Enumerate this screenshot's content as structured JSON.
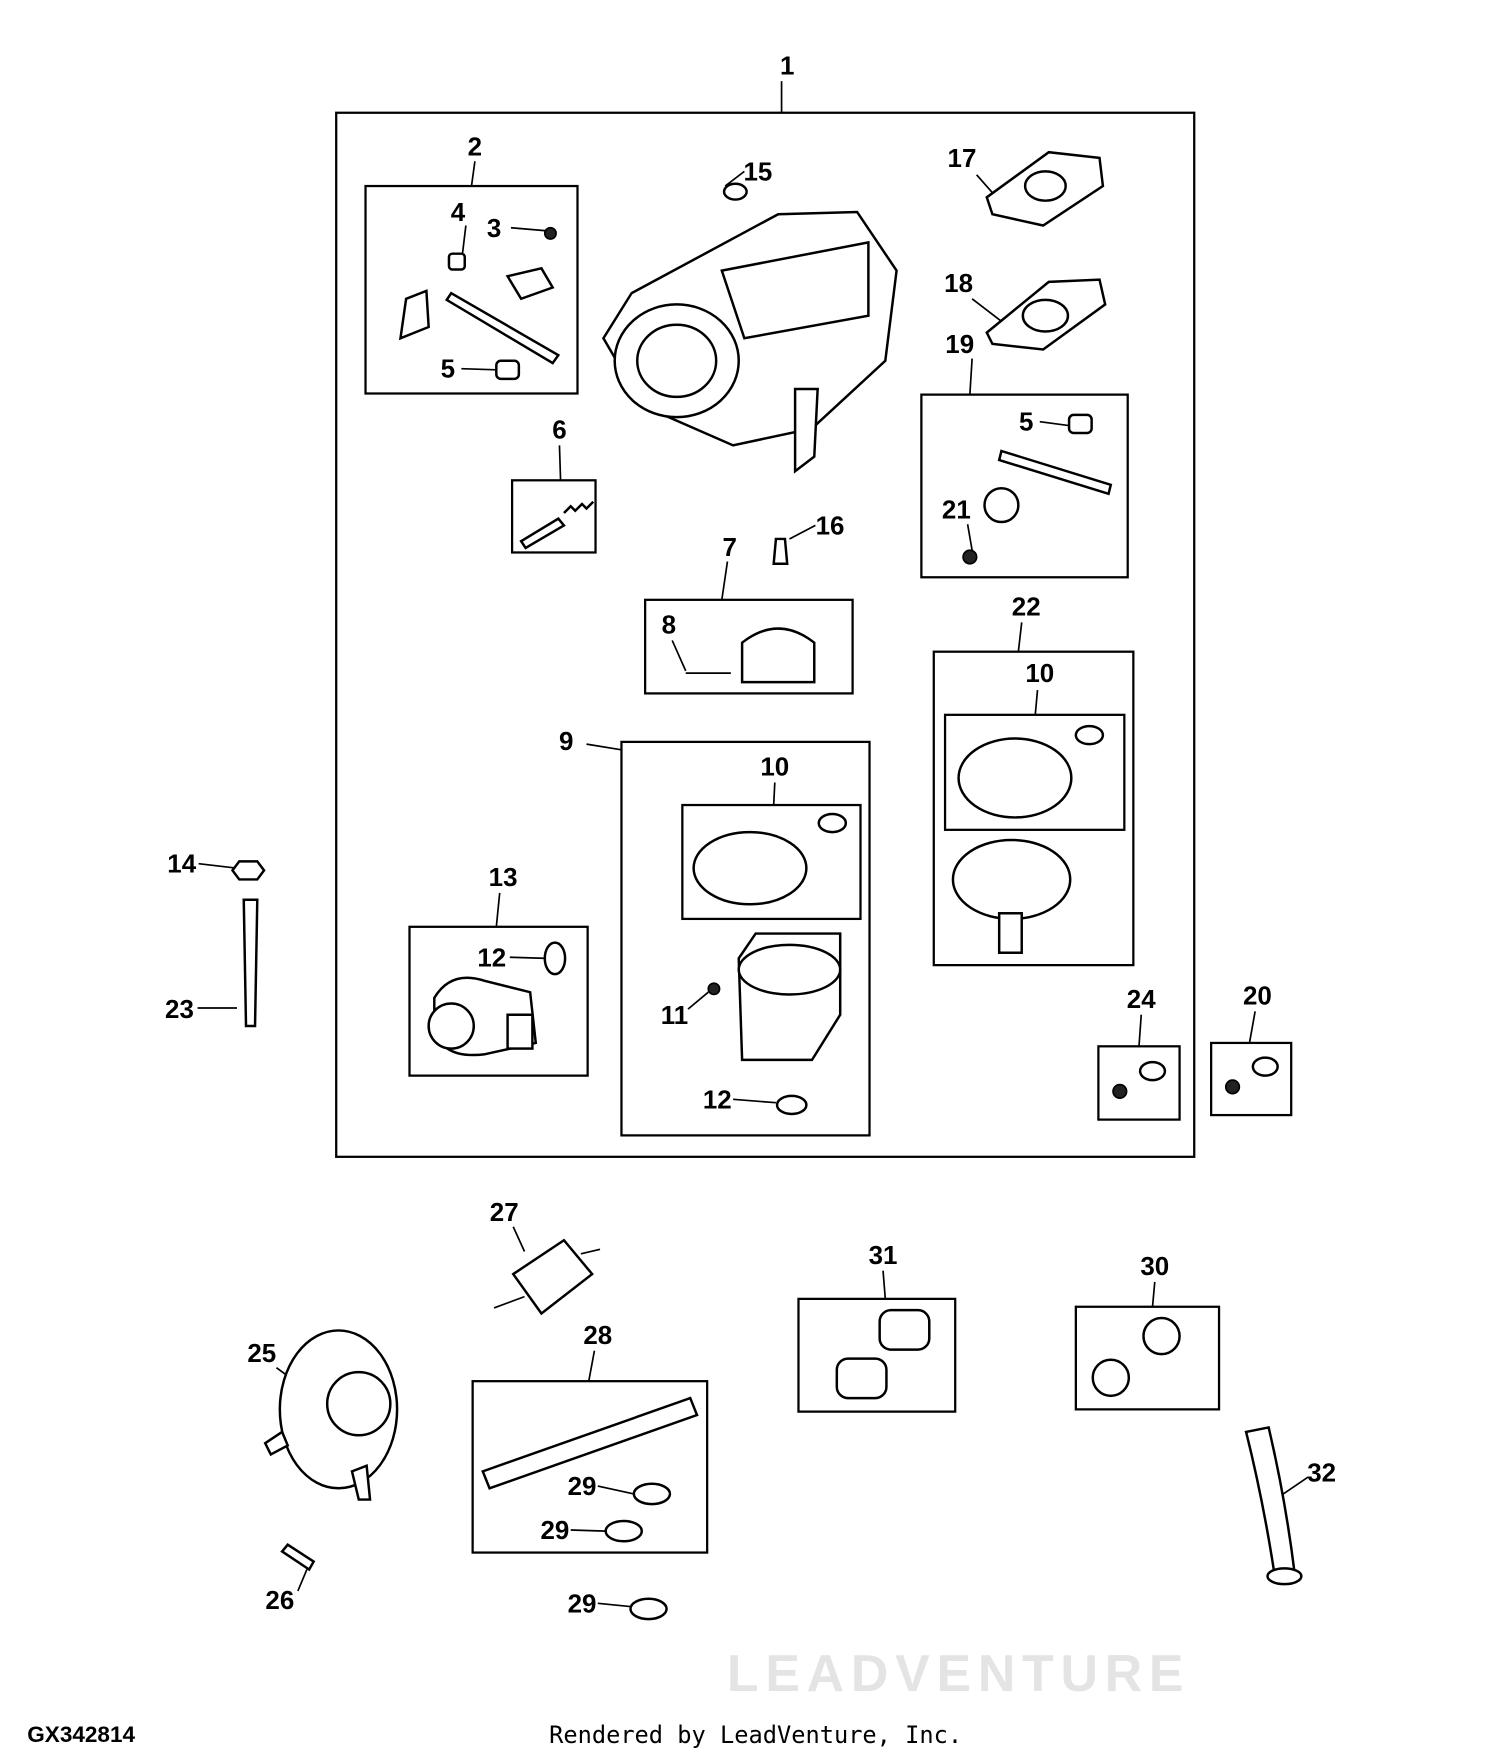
{
  "diagram": {
    "figure_code": "GX342814",
    "credit": "Rendered by LeadVenture, Inc.",
    "watermark": "LEADVENTURE",
    "callouts": [
      "1",
      "2",
      "4",
      "3",
      "15",
      "17",
      "18",
      "19",
      "5",
      "5",
      "6",
      "16",
      "21",
      "7",
      "22",
      "8",
      "10",
      "9",
      "10",
      "14",
      "13",
      "12",
      "11",
      "23",
      "24",
      "20",
      "12",
      "27",
      "31",
      "30",
      "28",
      "25",
      "32",
      "29",
      "29",
      "26",
      "29"
    ]
  }
}
